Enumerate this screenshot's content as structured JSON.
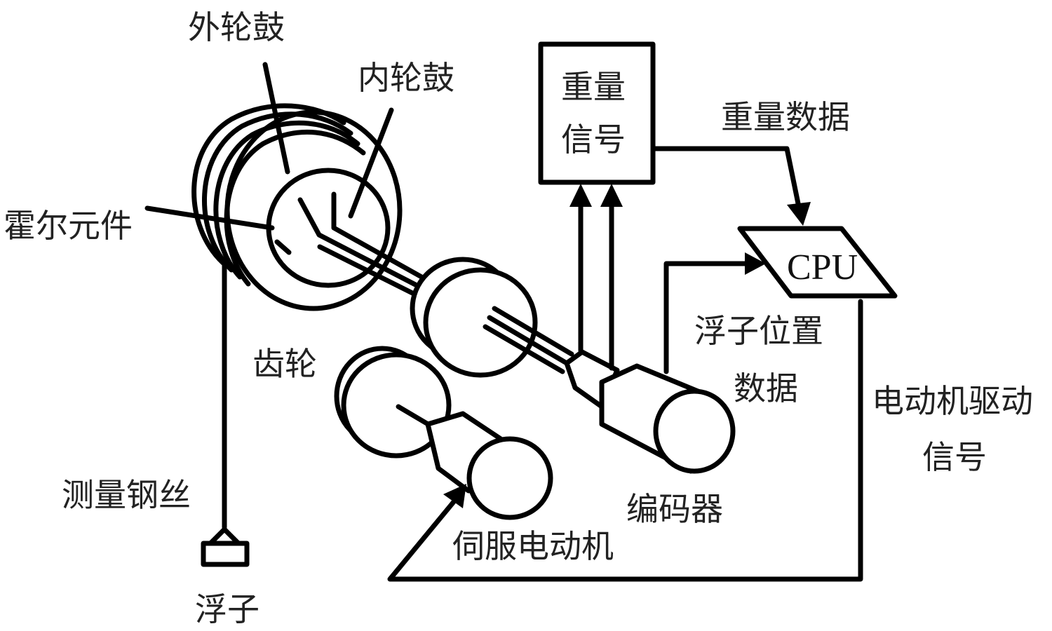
{
  "diagram": {
    "title": "",
    "colors": {
      "stroke": "#000000",
      "text": "#222222",
      "background": "#ffffff"
    },
    "labels": {
      "outer_drum": "外轮鼓",
      "inner_drum": "内轮鼓",
      "hall_element": "霍尔元件",
      "gear": "齿轮",
      "measuring_wire": "测量钢丝",
      "float": "浮子",
      "weight_signal_line1": "重量",
      "weight_signal_line2": "信号",
      "weight_data": "重量数据",
      "cpu": "CPU",
      "float_position_line1": "浮子位置",
      "float_position_line2": "数据",
      "motor_drive_line1": "电动机驱动",
      "motor_drive_line2": "信号",
      "encoder": "编码器",
      "servo_motor": "伺服电动机"
    },
    "connections": [
      {
        "from": "encoder",
        "to": "weight_signal",
        "count": 2
      },
      {
        "from": "weight_signal",
        "to": "cpu",
        "label": "重量数据"
      },
      {
        "from": "encoder",
        "to": "cpu",
        "label": "浮子位置数据"
      },
      {
        "from": "cpu",
        "to": "servo_motor",
        "label": "电动机驱动信号"
      }
    ]
  }
}
